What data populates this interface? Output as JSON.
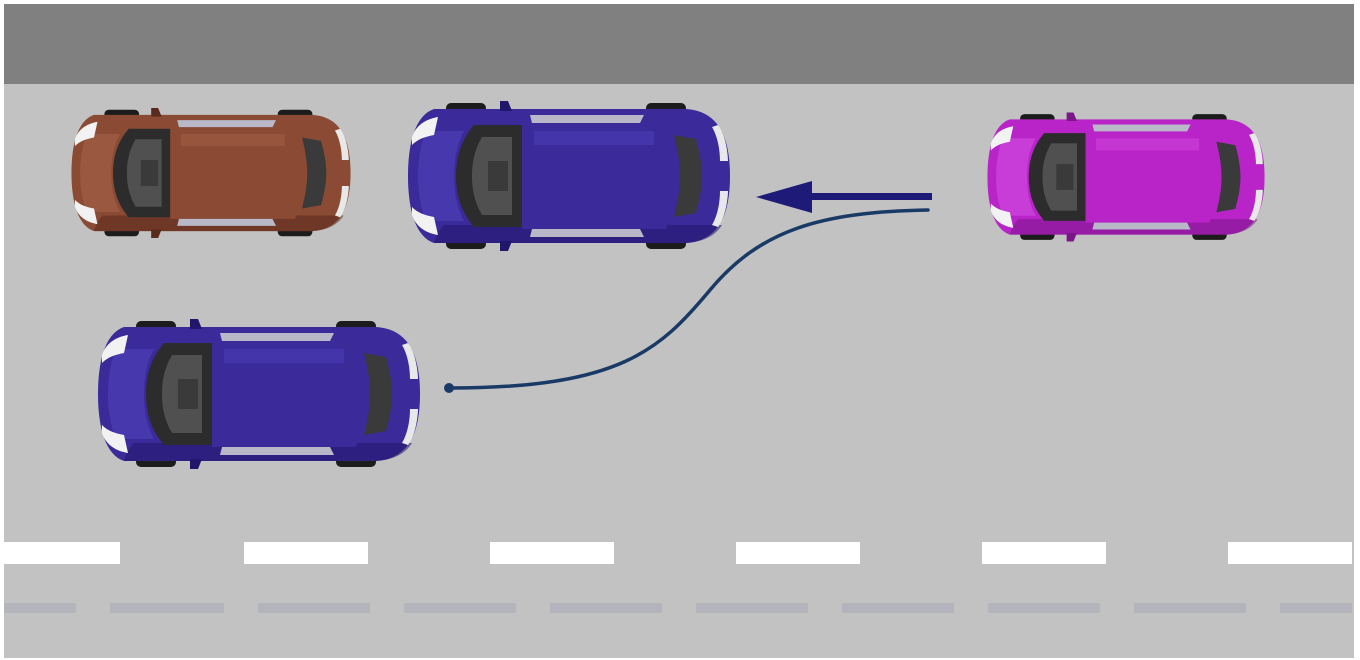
{
  "scene": {
    "colors": {
      "frame": "#ffffff",
      "sidewalk": "#808080",
      "road": "#c2c2c2",
      "lane_dash": "#ffffff",
      "faint_dash": "#b4b4bc",
      "path_line": "#1a3a66",
      "arrow": "#1e1a78"
    },
    "cars": [
      {
        "id": "brown-parked-car",
        "body": "#8a4a34",
        "shade": "#5a2a1c",
        "highlight": "#b06a52"
      },
      {
        "id": "blue-parked-car",
        "body": "#3a2a9a",
        "shade": "#20166a",
        "highlight": "#5a4ac8"
      },
      {
        "id": "magenta-parked-car",
        "body": "#b824c8",
        "shade": "#7a1688",
        "highlight": "#dc5ae8"
      },
      {
        "id": "blue-moving-car",
        "body": "#3a2a9a",
        "shade": "#20166a",
        "highlight": "#5a4ac8"
      }
    ],
    "icons": {
      "direction_arrow": "arrow-left-icon",
      "path": "maneuver-path-icon"
    }
  }
}
